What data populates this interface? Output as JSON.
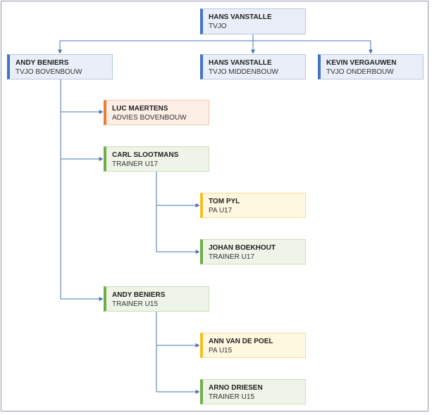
{
  "colors": {
    "blue_accent": "#4472c4",
    "orange_accent": "#ed7d31",
    "green_accent": "#70ad47",
    "yellow_accent": "#f2c01e",
    "connector": "#4a73b5"
  },
  "nodes": [
    {
      "name": "HANS VANSTALLE",
      "role": "TVJO"
    },
    {
      "name": "ANDY BENIERS",
      "role": "TVJO BOVENBOUW"
    },
    {
      "name": "HANS VANSTALLE",
      "role": "TVJO MIDDENBOUW"
    },
    {
      "name": "KEVIN VERGAUWEN",
      "role": "TVJO ONDERBOUW"
    },
    {
      "name": "LUC MAERTENS",
      "role": "ADVIES BOVENBOUW"
    },
    {
      "name": "CARL SLOOTMANS",
      "role": "TRAINER U17"
    },
    {
      "name": "TOM PYL",
      "role": "PA U17"
    },
    {
      "name": "JOHAN BOEKHOUT",
      "role": "TRAINER U17"
    },
    {
      "name": "ANDY BENIERS",
      "role": "TRAINER U15"
    },
    {
      "name": "ANN VAN DE POEL",
      "role": "PA U15"
    },
    {
      "name": "ARNO DRIESEN",
      "role": "TRAINER U15"
    }
  ]
}
